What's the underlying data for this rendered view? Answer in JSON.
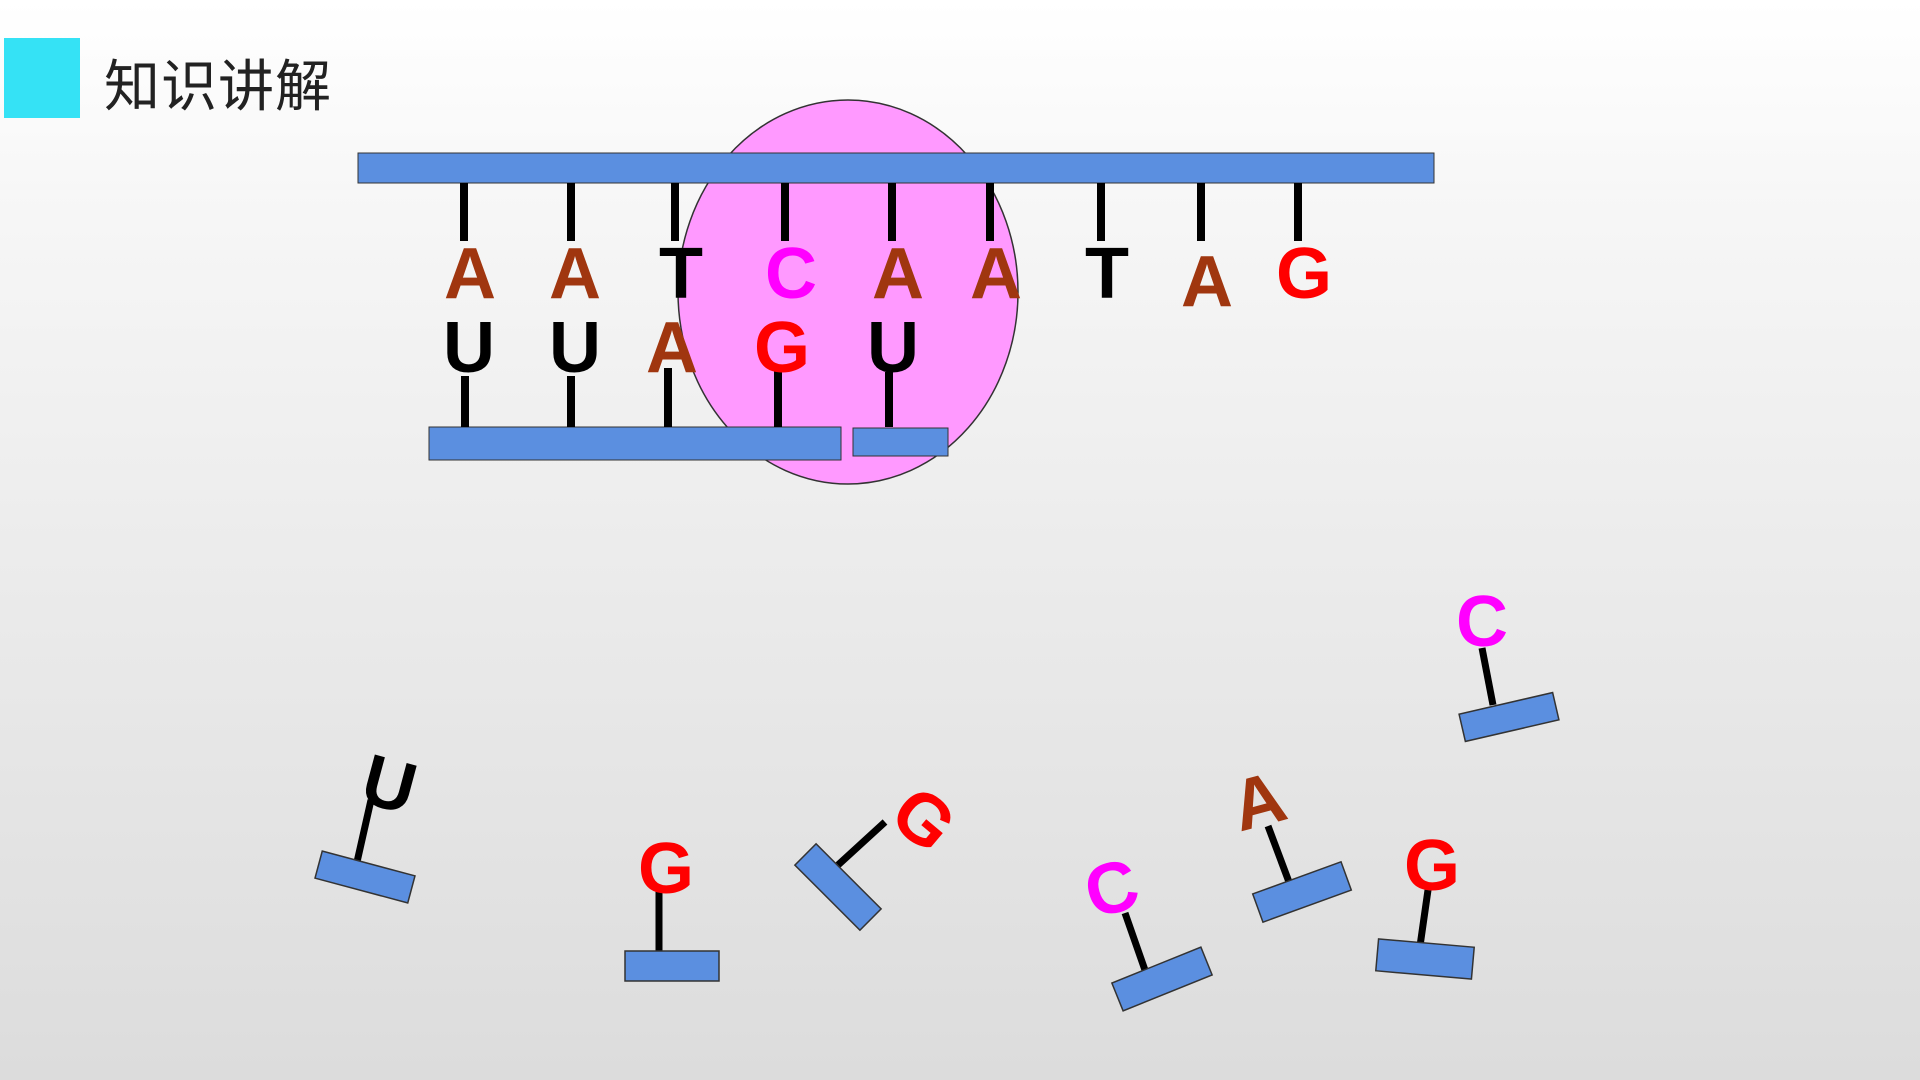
{
  "header": {
    "title": "知识讲解"
  },
  "colors": {
    "accent": "#35e2f5",
    "backbone": "#5b8fe0",
    "ribosome": "#ff99ff",
    "A": "#a0360f",
    "T": "#000000",
    "U": "#000000",
    "C": "#ff00ff",
    "G": "#ff0000"
  },
  "dna_template": [
    "A",
    "A",
    "T",
    "C",
    "A",
    "A",
    "T",
    "A",
    "G"
  ],
  "mrna_strand": [
    "U",
    "U",
    "A",
    "G",
    "U"
  ],
  "free_nucleotides": [
    "U",
    "G",
    "G",
    "C",
    "A",
    "G",
    "C"
  ]
}
